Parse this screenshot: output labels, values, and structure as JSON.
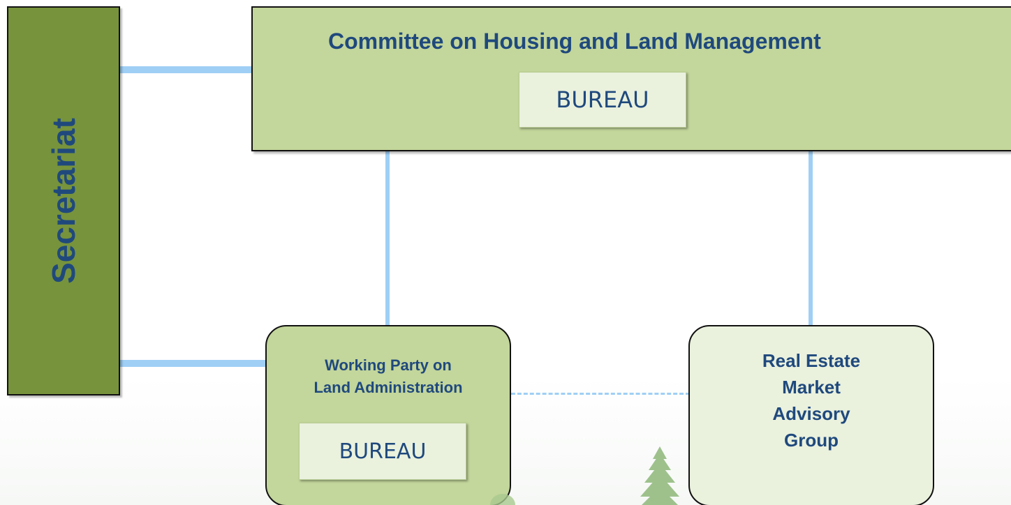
{
  "secretariat": {
    "label": "Secretariat"
  },
  "committee": {
    "title": "Committee on Housing and Land Management",
    "bureau_label": "BUREAU"
  },
  "working_party": {
    "title_lines": [
      "Working Party on",
      "Land Administration"
    ],
    "bureau_label": "BUREAU"
  },
  "real_estate_group": {
    "title_lines": [
      "Real Estate",
      "Market",
      "Advisory",
      "Group"
    ]
  },
  "colors": {
    "secretariat_fill": "#77933c",
    "committee_fill": "#c3d69b",
    "light_fill": "#eaf1dd",
    "text_navy": "#1f497d",
    "connector_blue": "#9fcff5"
  }
}
